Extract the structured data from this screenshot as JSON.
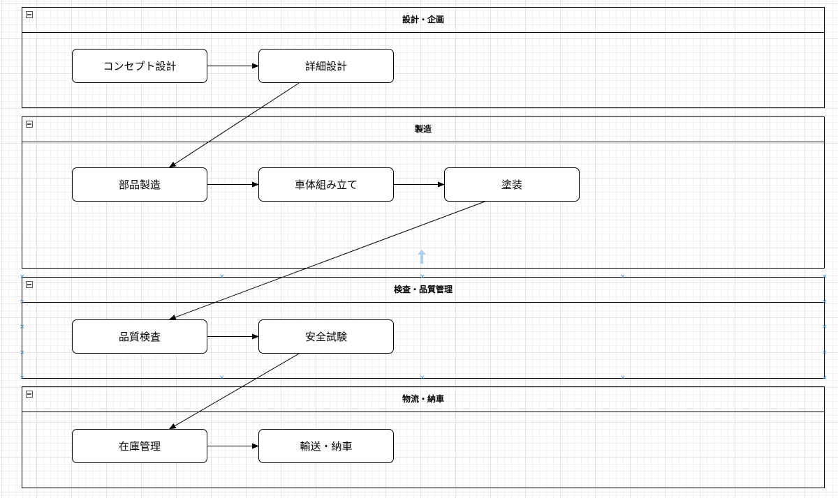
{
  "colors": {
    "stroke": "#000000",
    "selection": "#3d8bd9",
    "grid": "#e3e3e3"
  },
  "lanes": [
    {
      "id": "design",
      "title": "設計・企画"
    },
    {
      "id": "manufacturing",
      "title": "製造"
    },
    {
      "id": "inspection",
      "title": "検査・品質管理"
    },
    {
      "id": "logistics",
      "title": "物流・納車"
    }
  ],
  "nodes": {
    "concept": "コンセプト設計",
    "detail": "詳細設計",
    "parts": "部品製造",
    "assembly": "車体組み立て",
    "paint": "塗装",
    "quality": "品質検査",
    "safety": "安全試験",
    "inventory": "在庫管理",
    "delivery": "輸送・納車"
  },
  "edges": [
    [
      "concept",
      "detail"
    ],
    [
      "detail",
      "parts"
    ],
    [
      "parts",
      "assembly"
    ],
    [
      "assembly",
      "paint"
    ],
    [
      "paint",
      "quality"
    ],
    [
      "quality",
      "safety"
    ],
    [
      "safety",
      "inventory"
    ],
    [
      "inventory",
      "delivery"
    ]
  ]
}
